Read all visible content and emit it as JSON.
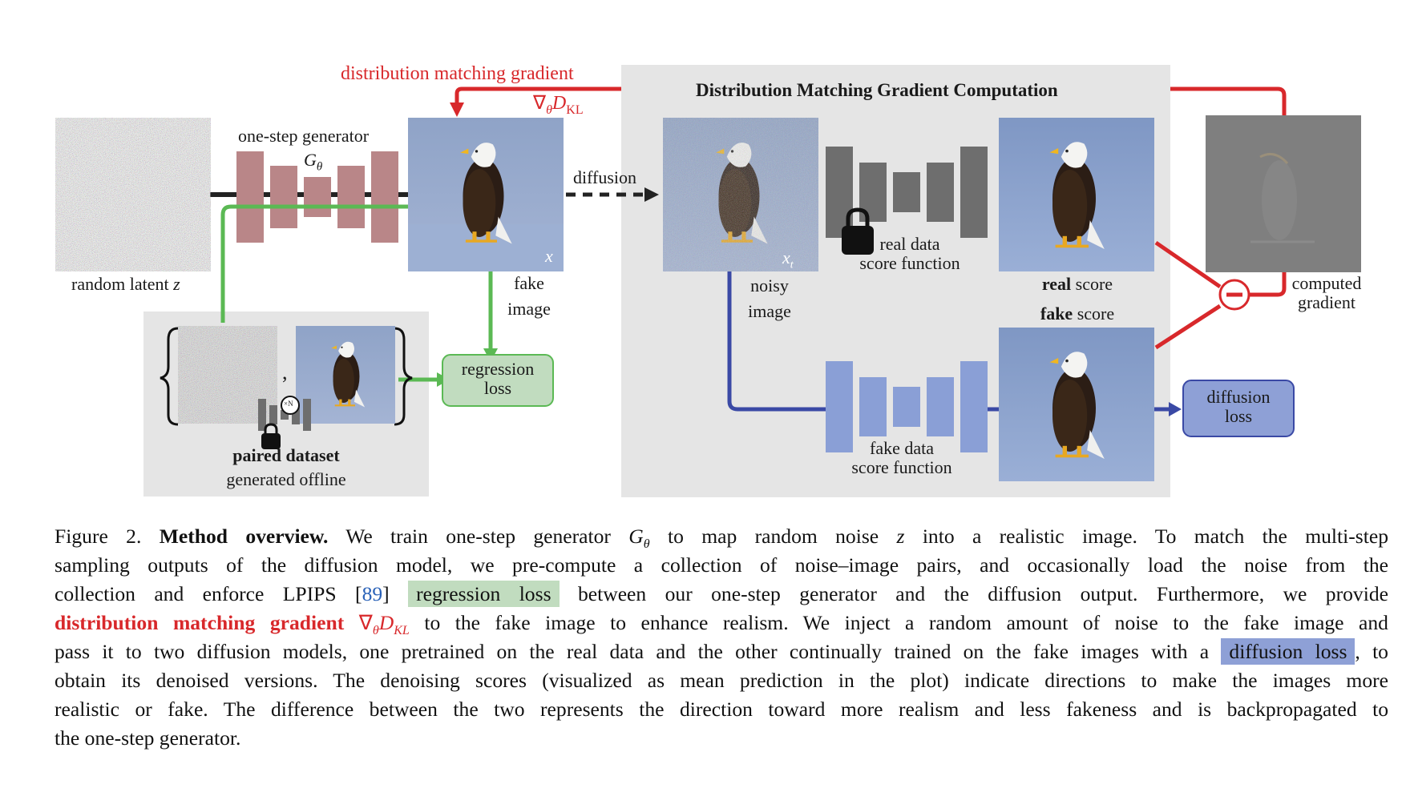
{
  "figure": {
    "dist_grad_label": "distribution matching gradient",
    "nabla_symbol": "∇",
    "nabla_sub": "θ",
    "nabla_d": "D",
    "nabla_kl": "KL",
    "panel_title": "Distribution Matching Gradient Computation",
    "generator_label": "one-step generator",
    "generator_symbol": "G",
    "generator_sub": "θ",
    "random_latent_label": "random latent",
    "random_latent_var": "z",
    "fake_image_label_1": "fake",
    "fake_image_label_2": "image",
    "x_var": "x",
    "diffusion_label": "diffusion",
    "noisy_label_1": "noisy",
    "noisy_label_2": "image",
    "xt_var": "x",
    "xt_sub": "t",
    "real_data_label_1": "real data",
    "real_data_label_2": "score function",
    "real_score_bold": "real",
    "real_score_rest": " score",
    "fake_score_bold": "fake",
    "fake_score_rest": " score",
    "fake_data_label_1": "fake data",
    "fake_data_label_2": "score function",
    "computed_label_1": "computed",
    "computed_label_2": "gradient",
    "regression_label_1": "regression",
    "regression_label_2": "loss",
    "diffusion_loss_label_1": "diffusion",
    "diffusion_loss_label_2": "loss",
    "paired_dataset_label": "paired dataset",
    "generated_offline_label": "generated offline",
    "comma": ",",
    "times_n_label": "×N"
  },
  "colors": {
    "red": "#d8282b",
    "green": "#5bb954",
    "blue": "#3a49a5",
    "generator": "#b98688",
    "fake_unet": "#8a9fd6",
    "real_unet": "#6e6e6e",
    "panel_bg": "#e5e5e5",
    "regression_box": "#c1dcbf",
    "diffusion_box": "#8ea0d6"
  },
  "caption": {
    "fig_num": "Figure 2.",
    "heading": "Method overview.",
    "l1_rest": "We train one-step generator",
    "G": "G",
    "theta": "θ",
    "l1_mid": "to map random noise",
    "z": "z",
    "l1_end": "into a realistic image.  To match the multi-step",
    "l2": "sampling outputs of the diffusion model, we pre-compute a collection of noise–image pairs, and occasionally load the noise from the",
    "l3_a": "collection and enforce LPIPS [",
    "cite": "89",
    "l3_b": "]",
    "regression_loss": "regression loss",
    "l3_c": "between our one-step generator and the diffusion output.  Furthermore, we provide",
    "dmg_text": "distribution matching gradient",
    "nabla": "∇",
    "nabla_sub": "θ",
    "D": "D",
    "KL": "KL",
    "l4_rest": "to the fake image to enhance realism. We inject a random amount of noise to the fake image and",
    "l5_a": "pass it to two diffusion models, one pretrained on the real data and the other continually trained on the fake images with a",
    "diffusion_loss": "diffusion loss",
    "l5_b": ", to",
    "l6": "obtain its denoised versions. The denoising scores (visualized as mean prediction in the plot) indicate directions to make the images more",
    "l7": "realistic or fake. The difference between the two represents the direction toward more realism and less fakeness and is backpropagated to",
    "l8": "the one-step generator."
  }
}
